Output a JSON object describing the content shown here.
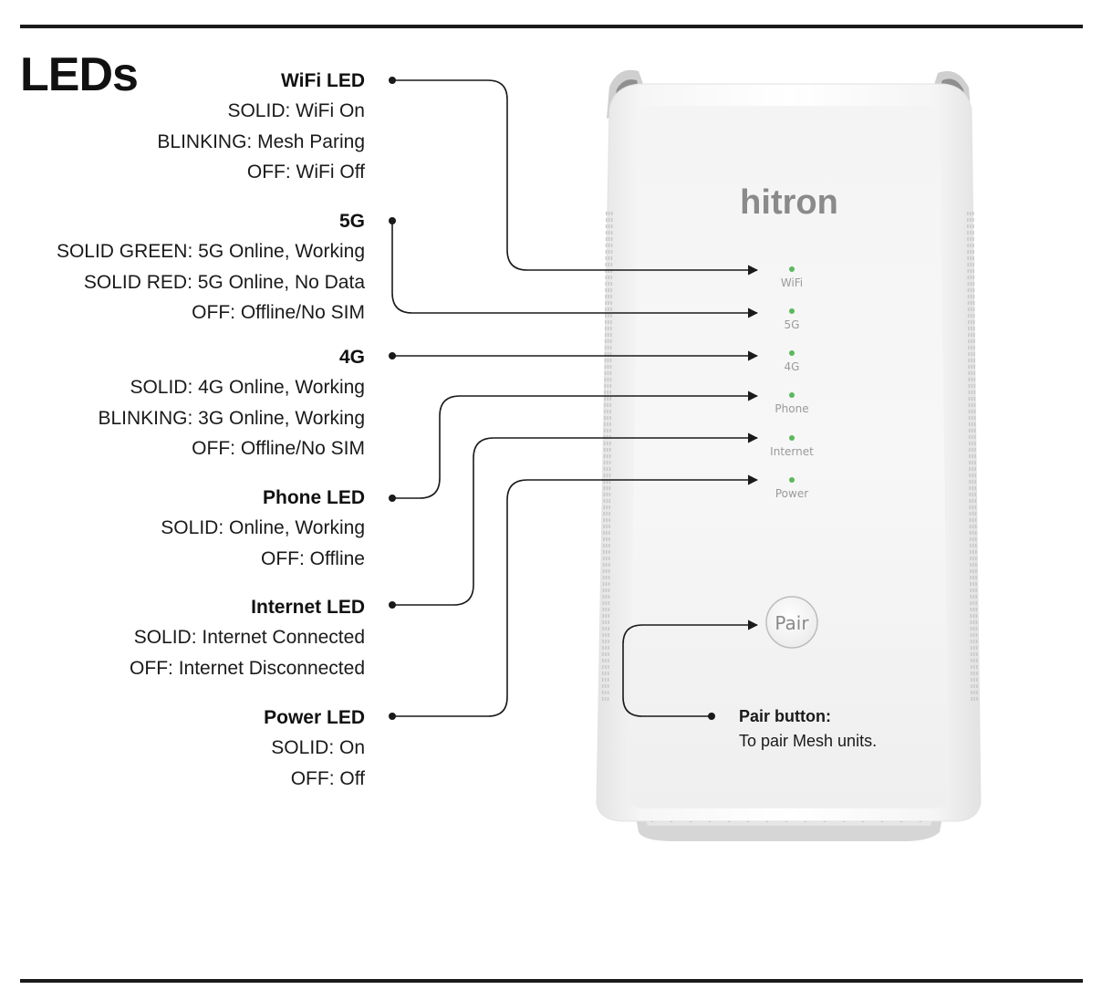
{
  "title": "LEDs",
  "brand": "hitron",
  "colors": {
    "led_green": "#5cb85c",
    "line": "#1a1a1a",
    "rule": "#1a1a1a"
  },
  "leds": [
    {
      "heading": "WiFi LED",
      "lines": [
        "SOLID: WiFi On",
        "BLINKING: Mesh Paring",
        "OFF: WiFi Off"
      ],
      "device_label": "WiFi"
    },
    {
      "heading": "5G",
      "lines": [
        "SOLID GREEN: 5G Online, Working",
        "SOLID RED: 5G Online, No Data",
        "OFF: Offline/No SIM"
      ],
      "device_label": "5G"
    },
    {
      "heading": "4G",
      "lines": [
        "SOLID: 4G Online, Working",
        "BLINKING: 3G Online, Working",
        "OFF: Offline/No SIM"
      ],
      "device_label": "4G"
    },
    {
      "heading": "Phone LED",
      "lines": [
        "SOLID: Online, Working",
        "OFF: Offline"
      ],
      "device_label": "Phone"
    },
    {
      "heading": "Internet LED",
      "lines": [
        "SOLID: Internet Connected",
        "OFF: Internet Disconnected"
      ],
      "device_label": "Internet"
    },
    {
      "heading": "Power LED",
      "lines": [
        "SOLID: On",
        "OFF: Off"
      ],
      "device_label": "Power"
    }
  ],
  "pair": {
    "button_label": "Pair",
    "heading": "Pair button:",
    "description": "To pair Mesh units."
  }
}
